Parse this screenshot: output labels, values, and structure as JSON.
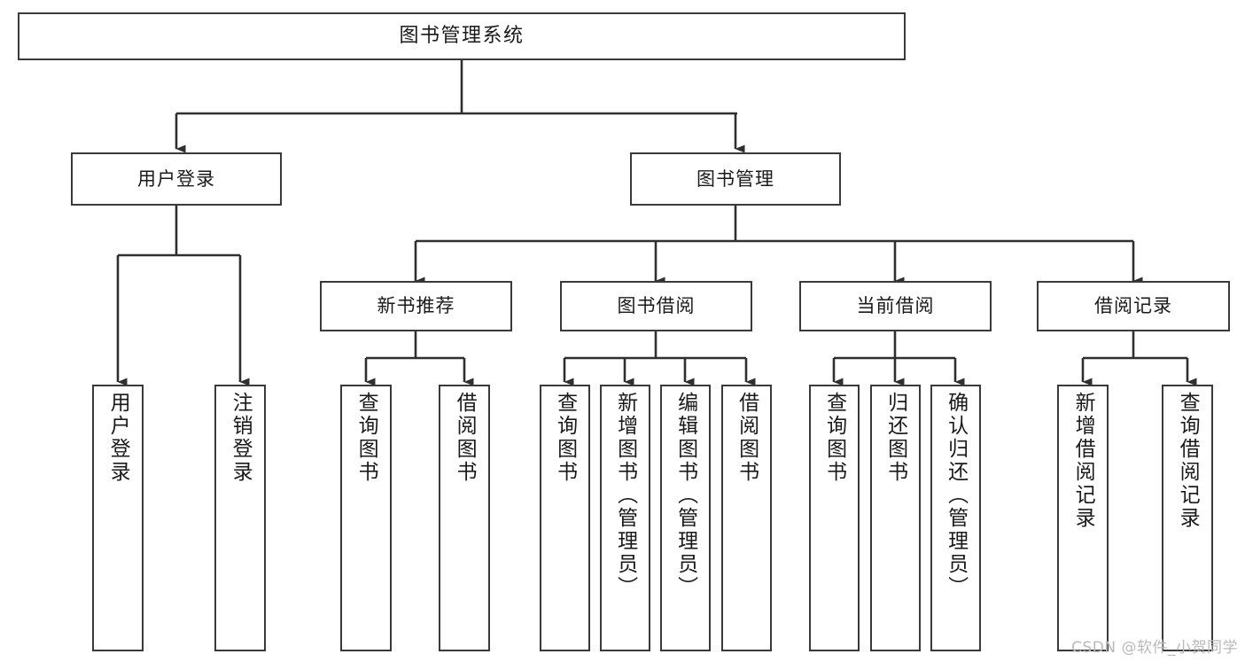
{
  "diagram": {
    "title": "图书管理系统",
    "type": "tree-hierarchy",
    "watermark": "CSDN @软件_小贺同学",
    "root": {
      "id": "root",
      "label": "图书管理系统"
    },
    "level2": [
      {
        "id": "user-login",
        "label": "用户登录"
      },
      {
        "id": "book-manage",
        "label": "图书管理"
      }
    ],
    "level3": [
      {
        "id": "new-book-recommend",
        "label": "新书推荐",
        "parent": "book-manage"
      },
      {
        "id": "book-borrow",
        "label": "图书借阅",
        "parent": "book-manage"
      },
      {
        "id": "current-borrow",
        "label": "当前借阅",
        "parent": "book-manage"
      },
      {
        "id": "borrow-record",
        "label": "借阅记录",
        "parent": "book-manage"
      }
    ],
    "leaves": [
      {
        "id": "leaf-user-login",
        "label": "用户登录",
        "parent": "user-login"
      },
      {
        "id": "leaf-logout",
        "label": "注销登录",
        "parent": "user-login"
      },
      {
        "id": "leaf-query-book-1",
        "label": "查询图书",
        "parent": "new-book-recommend"
      },
      {
        "id": "leaf-borrow-book-1",
        "label": "借阅图书",
        "parent": "new-book-recommend"
      },
      {
        "id": "leaf-query-book-2",
        "label": "查询图书",
        "parent": "book-borrow"
      },
      {
        "id": "leaf-add-book",
        "label": "新增图书（管理员）",
        "parent": "book-borrow"
      },
      {
        "id": "leaf-edit-book",
        "label": "编辑图书（管理员）",
        "parent": "book-borrow"
      },
      {
        "id": "leaf-borrow-book-2",
        "label": "借阅图书",
        "parent": "book-borrow"
      },
      {
        "id": "leaf-query-book-3",
        "label": "查询图书",
        "parent": "current-borrow"
      },
      {
        "id": "leaf-return-book",
        "label": "归还图书",
        "parent": "current-borrow"
      },
      {
        "id": "leaf-confirm-return",
        "label": "确认归还（管理员）",
        "parent": "current-borrow"
      },
      {
        "id": "leaf-add-record",
        "label": "新增借阅记录",
        "parent": "borrow-record"
      },
      {
        "id": "leaf-query-record",
        "label": "查询借阅记录",
        "parent": "borrow-record"
      }
    ],
    "colors": {
      "stroke": "#3a3a3a",
      "fill": "#ffffff",
      "text": "#1a1a1a",
      "watermark": "#b9b9b9"
    }
  }
}
